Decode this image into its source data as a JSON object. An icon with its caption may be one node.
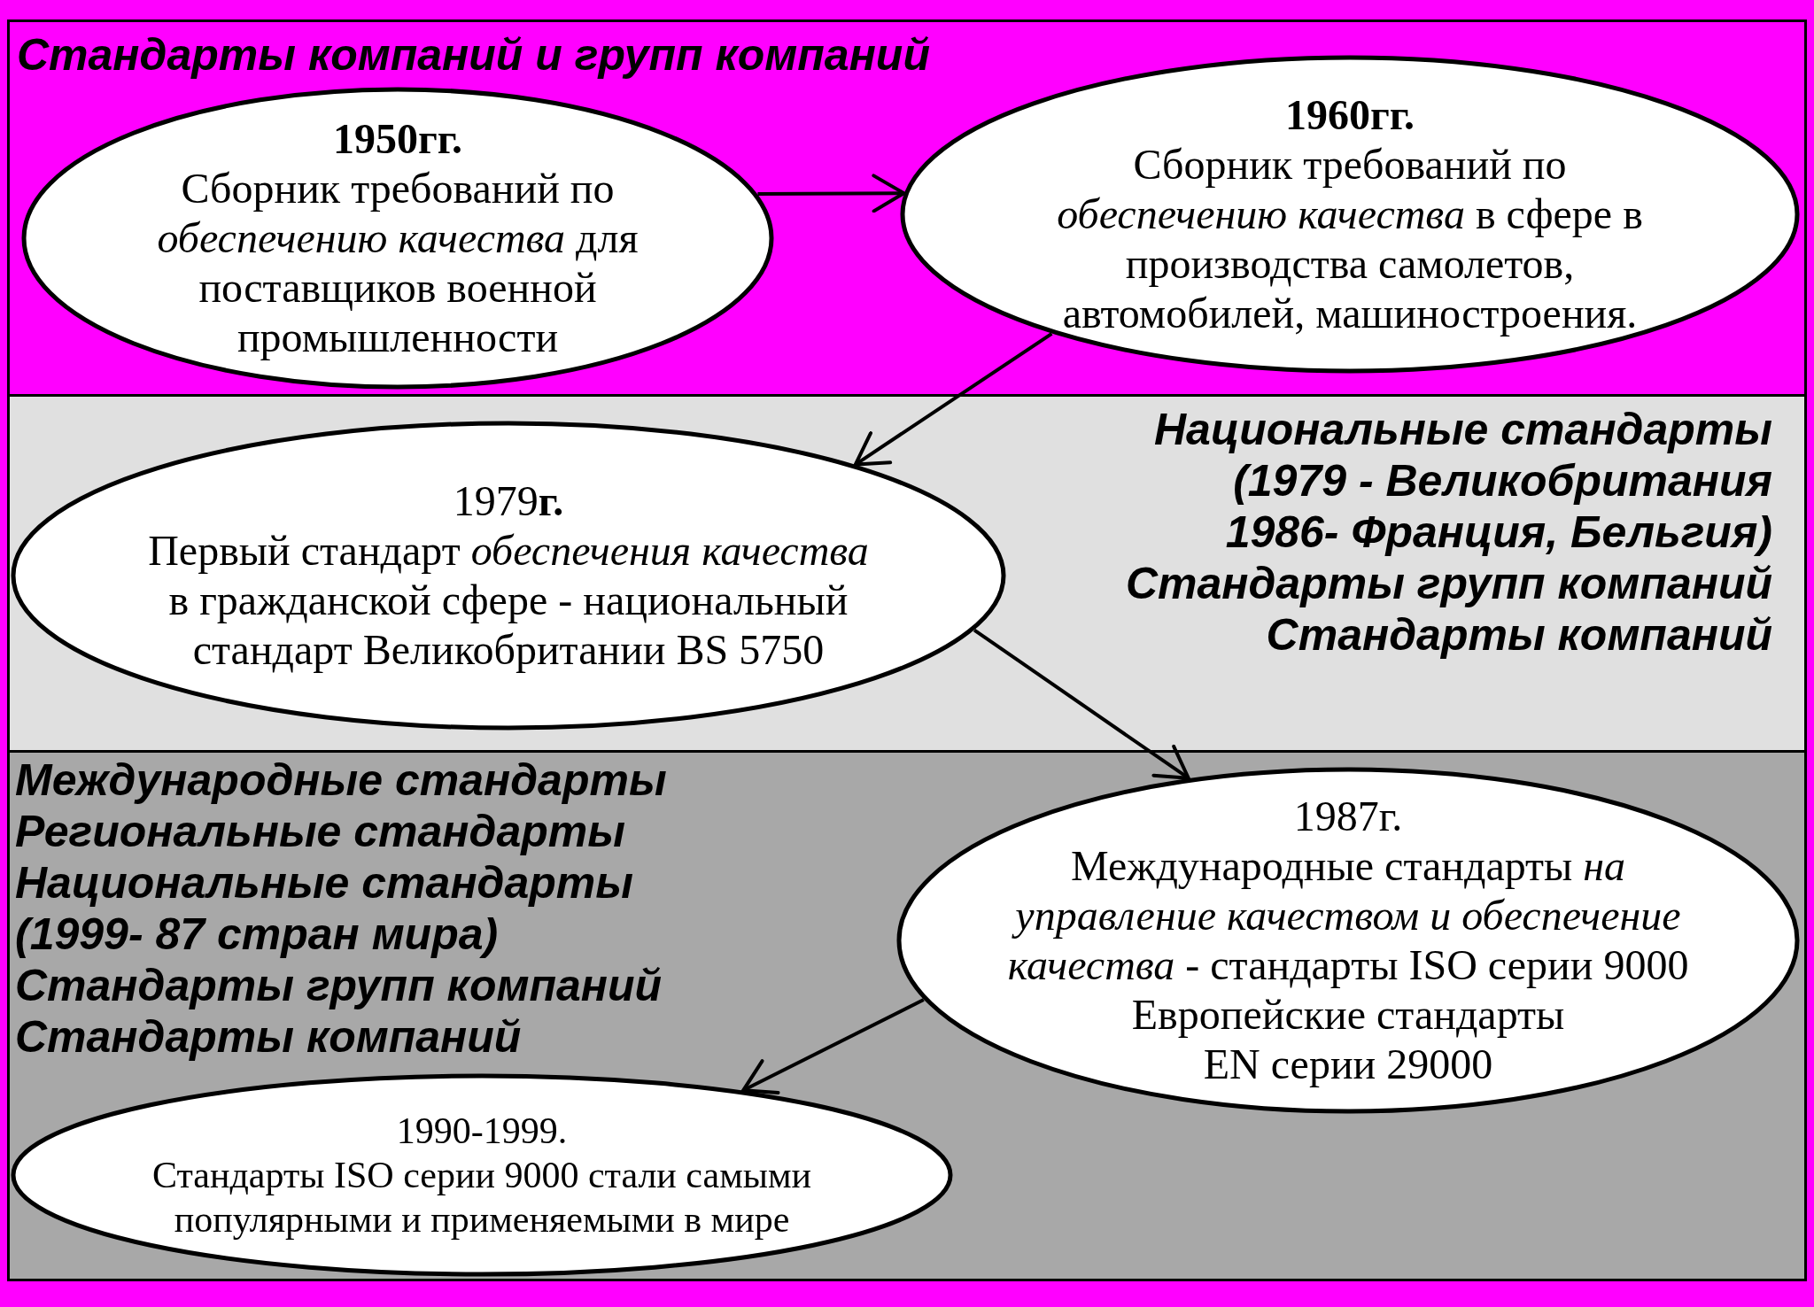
{
  "diagram": {
    "nodes": [
      {
        "text": [
          "Стандарты компаний и групп компаний"
        ]
      },
      {
        "text": [
          "1950гг.",
          "Сборник требований по *обеспечению качества* для поставщиков военной промышленности"
        ],
        "in": 0
      },
      {
        "text": [
          "1960гг.",
          "Сборник требований по *обеспечению качества* в сфере в производства самолетов, автомобилей, машиностроения."
        ],
        "in": 0
      },
      {
        "text": [
          "Национальные стандарты",
          "(1979 - Великобритания 1986- Франция, Бельгия)",
          "Стандарты групп компаний",
          "Стандарты компаний"
        ]
      },
      {
        "text": [
          "1979**г.**",
          "Первый стандарт *обеспечения качества* в гражданской сфере - национальный стандарт Великобритании BS 5750"
        ],
        "in": 3
      },
      {
        "text": [
          "Международные стандарты",
          "Региональные стандарты",
          "Национальные стандарты",
          "(1999- 87 стран мира)",
          "Стандарты групп компаний",
          "Стандарты компаний"
        ]
      },
      {
        "text": [
          "1987г.",
          "Международные стандарты *на управление качеством и обеспечение качества* - стандарты ISO серии 9000",
          "Европейские стандарты EN серии 29000"
        ],
        "in": 5
      },
      {
        "text": [
          "1990-1999.",
          "Стандарты ISO серии 9000 стали самыми популярными и применяемыми в мире"
        ],
        "in": 5
      }
    ],
    "edges": [
      {
        "from": 1,
        "to": 2,
        "arrow": "to"
      },
      {
        "from": 2,
        "to": 4,
        "arrow": "to"
      },
      {
        "from": 4,
        "to": 6,
        "arrow": "to"
      },
      {
        "from": 6,
        "to": 7,
        "arrow": "to"
      }
    ]
  }
}
